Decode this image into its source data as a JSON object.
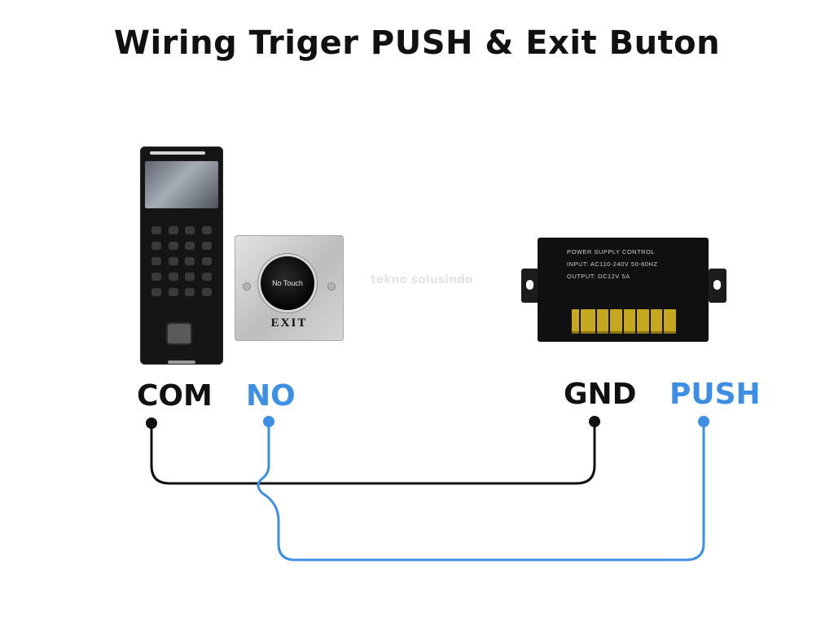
{
  "title": "Wiring Triger PUSH & Exit Buton",
  "watermark": "tekno solusindo",
  "devices": {
    "exit_button": {
      "sensor_text": "No Touch",
      "label": "EXIT"
    },
    "power_supply": {
      "line1": "POWER SUPPLY CONTROL",
      "line2": "INPUT:  AC110-240V  50-60HZ",
      "line3": "OUTPUT: DC12V 5A"
    }
  },
  "terminals": {
    "com": "COM",
    "no": "NO",
    "gnd": "GND",
    "push": "PUSH"
  },
  "colors": {
    "black_wire": "#111111",
    "blue_wire": "#3d8fe6",
    "black_label": "#111111",
    "blue_label": "#3d8fe6"
  }
}
